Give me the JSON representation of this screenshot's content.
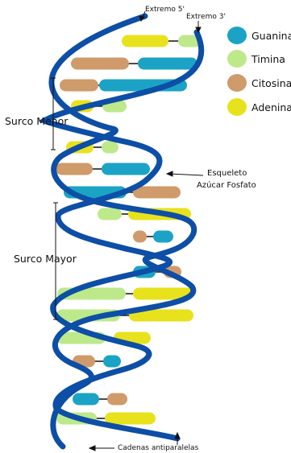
{
  "colors": {
    "backbone": "#0d4ea6",
    "guanina": "#1ba3c6",
    "timina": "#bde98b",
    "citosina": "#cf9b6a",
    "adenina": "#e8e21c",
    "connector": "#111111"
  },
  "legend": [
    {
      "key": "guanina",
      "label": "Guanina"
    },
    {
      "key": "timina",
      "label": "Timina"
    },
    {
      "key": "citosina",
      "label": "Citosina"
    },
    {
      "key": "adenina",
      "label": "Adenina"
    }
  ],
  "labels": {
    "extremo_5": "Extremo 5'",
    "extremo_3": "Extremo 3'",
    "surco_menor": "Surco Menor",
    "surco_mayor": "Surco Mayor",
    "esqueleto_line1": "Esqueleto",
    "esqueleto_line2": "Azúcar Fosfato",
    "cadenas": "Cadenas antiparalelas"
  },
  "base_pairs": [
    {
      "left": "adenina",
      "right": "timina"
    },
    {
      "left": "citosina",
      "right": "guanina"
    },
    {
      "left": "citosina",
      "right": "guanina"
    },
    {
      "left": "adenina",
      "right": "timina"
    },
    {
      "left": "adenina",
      "right": "timina"
    },
    {
      "left": "citosina",
      "right": "guanina"
    },
    {
      "left": "guanina",
      "right": "citosina"
    },
    {
      "left": "timina",
      "right": "adenina"
    },
    {
      "left": "citosina",
      "right": "guanina"
    },
    {
      "left": "guanina",
      "right": "citosina"
    },
    {
      "left": "timina",
      "right": "adenina"
    },
    {
      "left": "timina",
      "right": "adenina"
    },
    {
      "left": "timina",
      "right": "adenina"
    },
    {
      "left": "citosina",
      "right": "guanina"
    },
    {
      "left": "guanina",
      "right": "citosina"
    },
    {
      "left": "timina",
      "right": "adenina"
    }
  ]
}
